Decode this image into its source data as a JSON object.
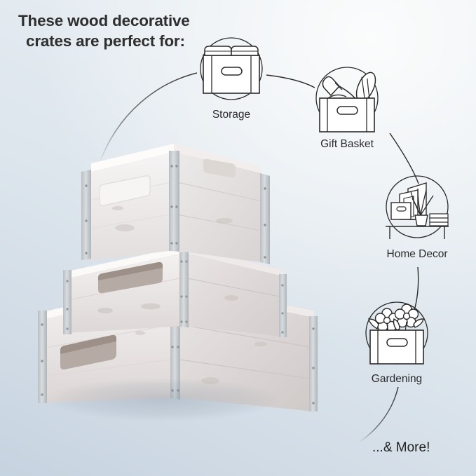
{
  "headline": {
    "line1": "These wood decorative",
    "line2": "crates are perfect for:"
  },
  "nodes": [
    {
      "id": "storage",
      "label": "Storage",
      "icon": "storage-box-icon"
    },
    {
      "id": "gift",
      "label": "Gift Basket",
      "icon": "gift-basket-icon"
    },
    {
      "id": "decor",
      "label": "Home Decor",
      "icon": "home-decor-icon"
    },
    {
      "id": "garden",
      "label": "Gardening",
      "icon": "gardening-flowers-icon"
    }
  ],
  "more_label": "...& More!",
  "product": {
    "name": "stacked-white-wood-crates",
    "count": 3,
    "finish": "whitewashed distressed wood",
    "hardware": "galvanized metal corner brackets"
  },
  "colors": {
    "background_light": "#e9eef3",
    "background_deep": "#c6d3e0",
    "heading_text": "#2f2f2f",
    "label_text": "#2b2b2b",
    "line_art": "#2b2b2b",
    "wood_white": "#f2f0f0",
    "wood_shadow": "#cfc8c6",
    "metal": "#c9cdd1"
  }
}
